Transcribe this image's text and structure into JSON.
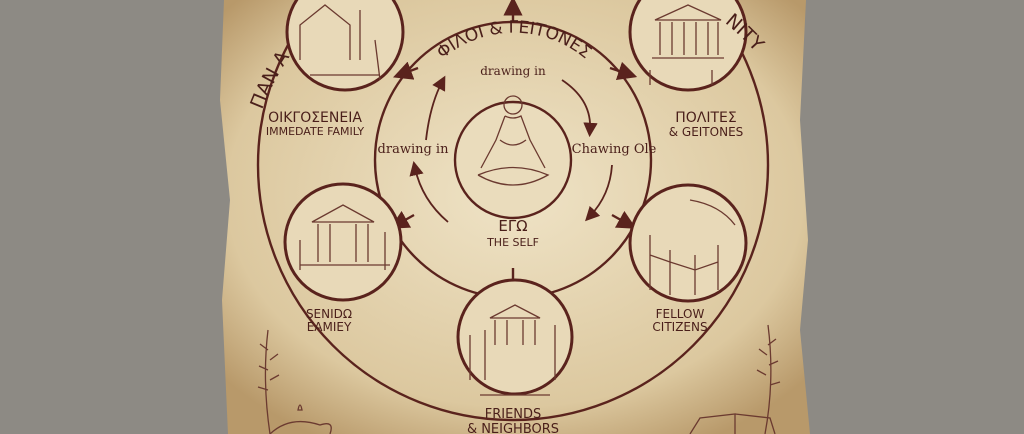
{
  "diagram": {
    "top_arc_left": "ΠΑΝ Α",
    "top_arc_right": "NITY",
    "friends_title": "ΦΙΛΟΙ & ΓΕΙΤΟΝΕΣ",
    "friends_sub": "drawing in",
    "left_arrow_label": "drawing in",
    "right_arrow_label": "Chawing Ole",
    "self_title": "ΕΓΩ",
    "self_sub": "THE SELF",
    "family_greek": "ΟΙΚΓΟΣΕΝΕΙΑ",
    "family_en": "IMMEDATE FAMILY",
    "polites_1": "ΠΟΛΙΤΕΣ",
    "polites_2": "& GEITONES",
    "extended_1": "SENIDΩ",
    "extended_2": "EAMIEY",
    "citizens_1": "FELLOW",
    "citizens_2": "CITIZENS",
    "neighbors_1": "FRIENDS",
    "neighbors_2": "& NEIGHBORS"
  },
  "colors": {
    "ink": "#5a231d",
    "parchment": "#e6d6b2",
    "stone": "#8e8b85"
  }
}
